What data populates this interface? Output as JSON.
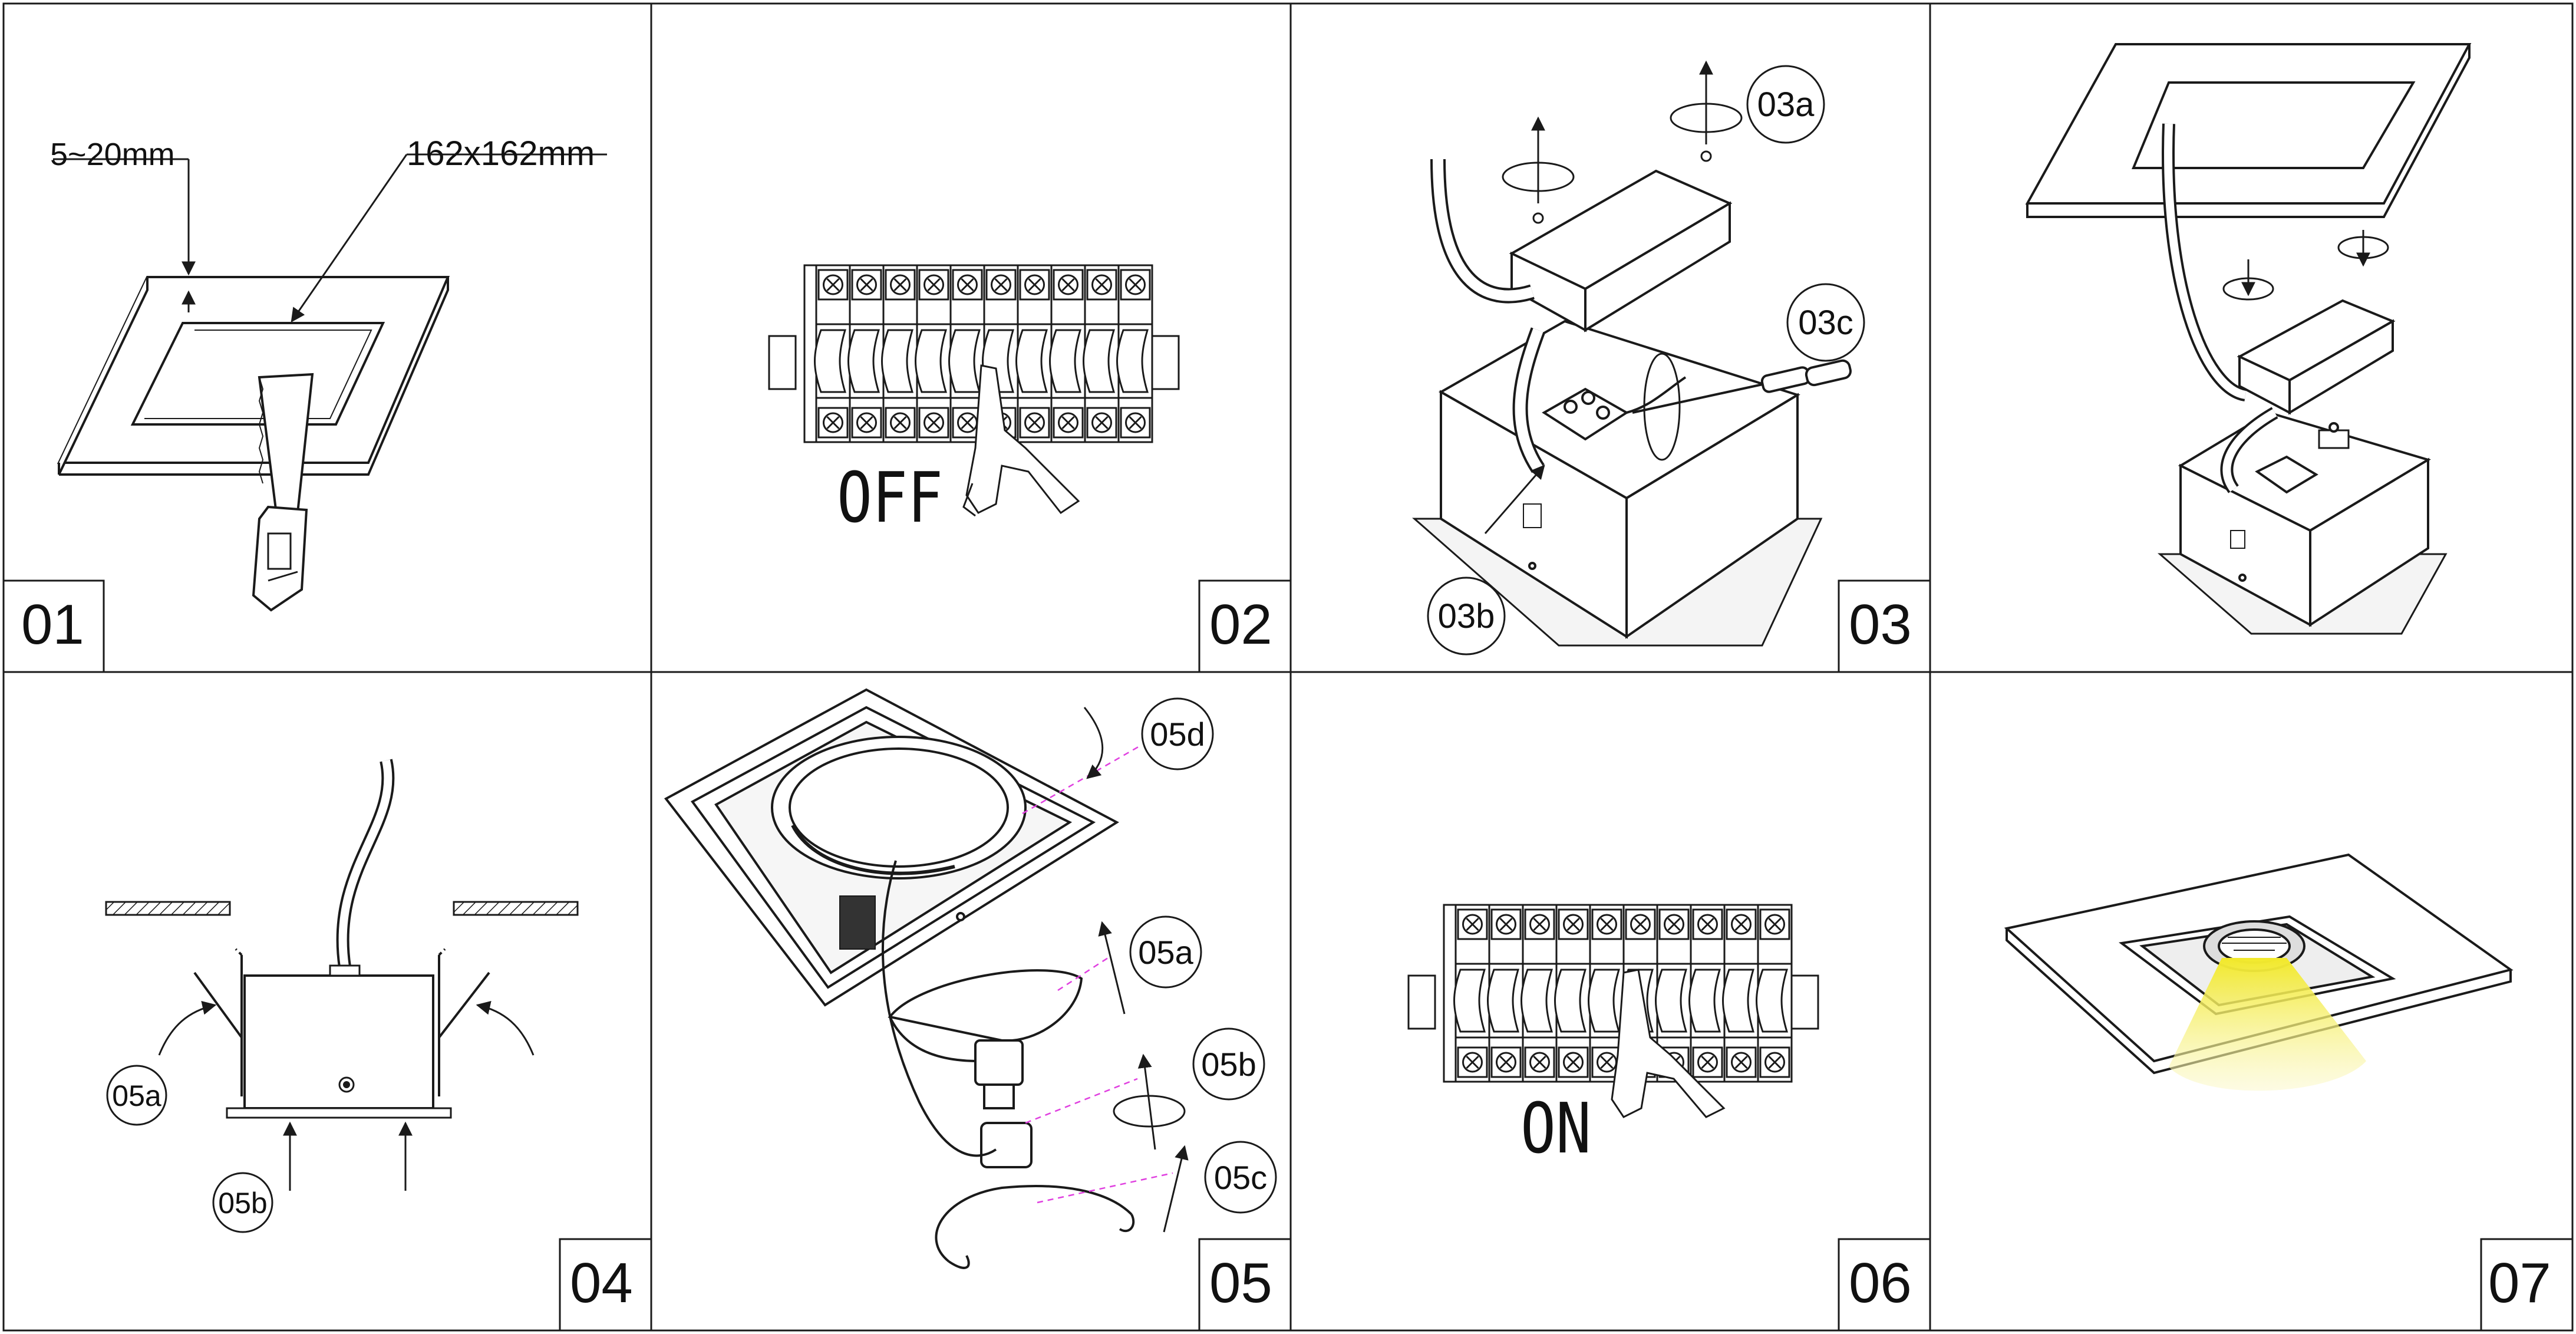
{
  "panels": [
    {
      "number": "01",
      "labels": {
        "depth": "5~20mm",
        "cutout": "162x162mm"
      }
    },
    {
      "number": "02",
      "labels": {
        "switch": "OFF"
      }
    },
    {
      "number": "03",
      "labels": {
        "a": "03a",
        "b": "03b",
        "c": "03c"
      }
    },
    {
      "number": ""
    },
    {
      "number": "04",
      "labels": {
        "a": "05a",
        "b": "05b"
      }
    },
    {
      "number": "05",
      "labels": {
        "a": "05a",
        "b": "05b",
        "c": "05c",
        "d": "05d"
      }
    },
    {
      "number": "06",
      "labels": {
        "switch": "ON"
      }
    },
    {
      "number": "07"
    }
  ],
  "colors": {
    "line": "#1a1a1a",
    "guide": "#e040e0",
    "light": "#f4ec3c"
  }
}
